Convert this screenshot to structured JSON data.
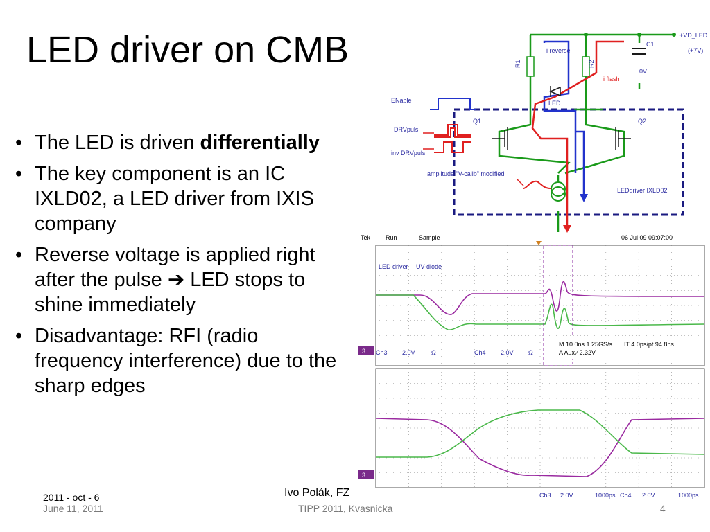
{
  "slide": {
    "title": "LED driver on CMB",
    "bullets": [
      {
        "text": "The LED is driven ",
        "strong": "differentially"
      },
      {
        "text": "The key component is an IC IXLD02, a LED driver from  IXIS company"
      },
      {
        "text": "Reverse voltage is applied right after the pulse ",
        "arrow": "➔",
        "tail": " LED stops to shine immediately"
      },
      {
        "text": "Disadvantage: RFI (radio frequency interference) due to the sharp edges"
      }
    ],
    "footer": {
      "date1": "2011 - oct - 6",
      "date2": "June 11, 2011",
      "author": "Ivo Polák, FZ",
      "conference": "TIPP 2011, Kvasnicka",
      "page": "4"
    }
  },
  "schematic": {
    "labels": {
      "supply": "+VD_LED",
      "supply_voltage": "(+7V)",
      "c1": "C1",
      "c1_value": "0V",
      "r1": "R1",
      "r2": "R2",
      "i_reverse": "i reverse",
      "i_flash": "i  flash",
      "led": "LED",
      "enable": "ENable",
      "drvpuls": "DRVpuls",
      "inv_drvpuls": "inv DRVpuls",
      "amplitude": "amplitude \"V-calib\" modified",
      "q1": "Q1",
      "q2": "Q2",
      "ic": "LEDdriver  IXLD02",
      "gnd": "0V"
    },
    "colors": {
      "green": "#1a9a1a",
      "red": "#e02020",
      "blue": "#2233cc",
      "navy": "#1a1a80",
      "label": "#2a2aa0"
    }
  },
  "scope": {
    "header": {
      "brand": "Tek",
      "mode": "Run",
      "acq": "Sample",
      "date": "06 Jul 09 09:07:00"
    },
    "upper": {
      "title1": "LED driver",
      "title2": "UV-diode",
      "ch3": "Ch3",
      "ch3_scale": "2.0V",
      "ch3_imp": "Ω",
      "ch4": "Ch4",
      "ch4_scale": "2.0V",
      "ch4_imp": "Ω",
      "timebase": "M 10.0ns 1.25GS/s",
      "it": "IT 4.0ps/pt 94.8ns",
      "trigger": "A  Aux  ∕  2.32V",
      "marker": "3"
    },
    "lower": {
      "marker": "3",
      "ch3": "Ch3",
      "ch3_scale": "2.0V",
      "ch3_time": "1000ps",
      "ch4": "Ch4",
      "ch4_scale": "2.0V",
      "ch4_time": "1000ps"
    },
    "colors": {
      "ch3": "#9a2aa0",
      "ch4": "#4ab84a",
      "marker_bg": "#7a2a8a",
      "grid": "#777777"
    }
  }
}
